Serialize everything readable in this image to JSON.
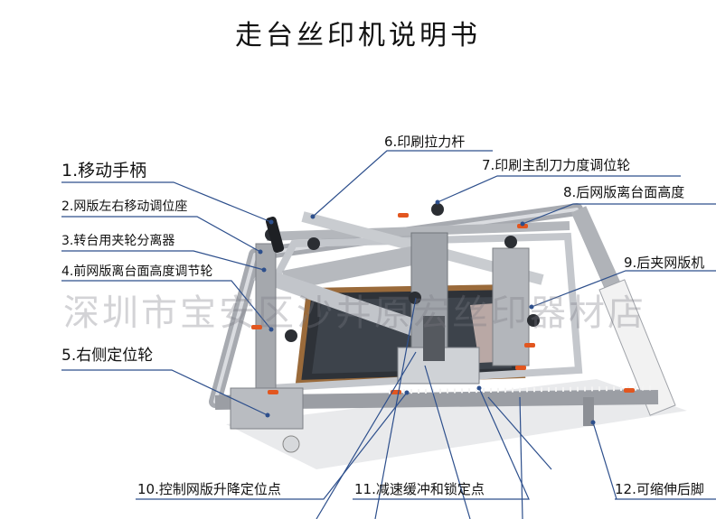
{
  "title": "走台丝印机说明书",
  "watermark": "深圳市宝安区沙井原宏丝印器材店",
  "labels": [
    {
      "id": "1",
      "text": "1.移动手柄"
    },
    {
      "id": "2",
      "text": "2.网版左右移动调位座"
    },
    {
      "id": "3",
      "text": "3.转台用夹轮分离器"
    },
    {
      "id": "4",
      "text": "4.前网版离台面高度调节轮"
    },
    {
      "id": "5",
      "text": "5.右侧定位轮"
    },
    {
      "id": "6",
      "text": "6.印刷拉力杆"
    },
    {
      "id": "7",
      "text": "7.印刷主刮刀力度调位轮"
    },
    {
      "id": "8",
      "text": "8.后网版离台面高度"
    },
    {
      "id": "9",
      "text": "9.后夹网版机"
    },
    {
      "id": "10",
      "text": "10.控制网版升降定位点"
    },
    {
      "id": "11",
      "text": "11.减速缓冲和锁定点"
    },
    {
      "id": "12",
      "text": "12.可缩伸后脚"
    }
  ],
  "colors": {
    "leader": "#2d4f8c",
    "frame": "#b9bcc2",
    "screen": "#2e3238",
    "handle": "#e2561f"
  }
}
